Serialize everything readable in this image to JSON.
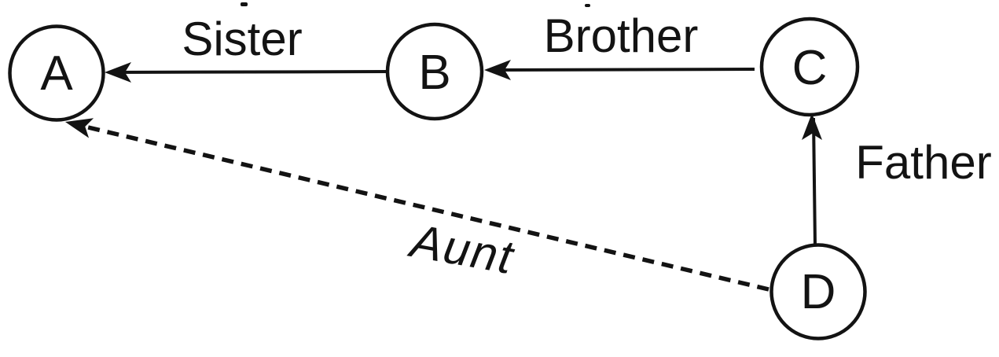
{
  "figure": {
    "type": "directed-relationship-diagram",
    "background_color": "#ffffff",
    "ink_color": "#131313",
    "nodes": [
      {
        "id": "A",
        "label": "A"
      },
      {
        "id": "B",
        "label": "B"
      },
      {
        "id": "C",
        "label": "C"
      },
      {
        "id": "D",
        "label": "D"
      }
    ],
    "edges": [
      {
        "from": "B",
        "to": "A",
        "label": "Sister",
        "line_style": "solid"
      },
      {
        "from": "C",
        "to": "B",
        "label": "Brother",
        "line_style": "solid"
      },
      {
        "from": "D",
        "to": "C",
        "label": "Father",
        "line_style": "solid"
      },
      {
        "from": "D",
        "to": "A",
        "label": "Aunt",
        "line_style": "dashed"
      }
    ]
  }
}
